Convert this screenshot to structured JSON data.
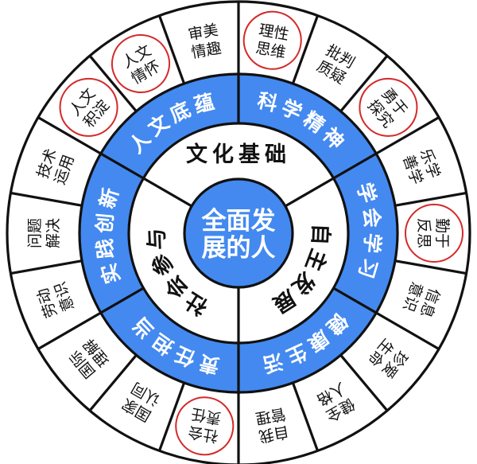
{
  "colors": {
    "ring_blue": "#4389f0",
    "circle_red": "#d42a2a",
    "line": "#111111",
    "background": "#ffffff"
  },
  "center": {
    "line1": "全面发",
    "line2": "展的人"
  },
  "inner_ring": [
    {
      "label": "文化基础"
    },
    {
      "label": "自主发展"
    },
    {
      "label": "社会参与"
    }
  ],
  "blue_ring": [
    {
      "label": "科学精神"
    },
    {
      "label": "学会学习"
    },
    {
      "label": "健康生活"
    },
    {
      "label": "责任担当"
    },
    {
      "label": "实践创新"
    },
    {
      "label": "人文底蕴"
    }
  ],
  "outer_ring": [
    {
      "line1": "理性",
      "line2": "思维",
      "circled": true
    },
    {
      "line1": "批判",
      "line2": "质疑",
      "circled": false
    },
    {
      "line1": "勇于",
      "line2": "探究",
      "circled": true
    },
    {
      "line1": "乐学",
      "line2": "善学",
      "circled": false
    },
    {
      "line1": "勤于",
      "line2": "反思",
      "circled": true
    },
    {
      "line1": "信息",
      "line2": "意识",
      "circled": false
    },
    {
      "line1": "珍爱",
      "line2": "生命",
      "circled": false
    },
    {
      "line1": "健全",
      "line2": "人格",
      "circled": false
    },
    {
      "line1": "自我",
      "line2": "管理",
      "circled": false
    },
    {
      "line1": "社会",
      "line2": "责任",
      "circled": true
    },
    {
      "line1": "国家",
      "line2": "认同",
      "circled": false
    },
    {
      "line1": "国际",
      "line2": "理解",
      "circled": false
    },
    {
      "line1": "劳动",
      "line2": "意识",
      "circled": false
    },
    {
      "line1": "问题",
      "line2": "解决",
      "circled": false
    },
    {
      "line1": "技术",
      "line2": "运用",
      "circled": false
    },
    {
      "line1": "人文",
      "line2": "积淀",
      "circled": true
    },
    {
      "line1": "人文",
      "line2": "情怀",
      "circled": true
    },
    {
      "line1": "审美",
      "line2": "情趣",
      "circled": false
    }
  ]
}
